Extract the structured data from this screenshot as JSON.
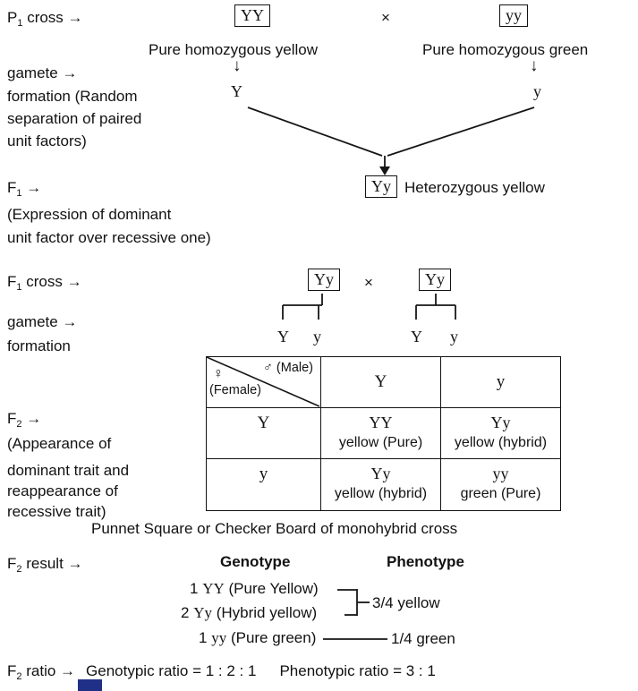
{
  "artifact_color": "#203087",
  "p1": {
    "label": {
      "base": "P",
      "sub": "1",
      "rest": " cross →"
    },
    "parent1": "YY",
    "cross": "×",
    "parent2": "yy",
    "desc1": "Pure homozygous yellow",
    "desc2": "Pure homozygous green"
  },
  "gamete1": {
    "lines": [
      "gamete →",
      "formation (Random",
      "separation of paired",
      "unit factors)"
    ],
    "arrow": "↓",
    "g1": "Y",
    "g2": "y"
  },
  "f1": {
    "label": {
      "base": "F",
      "sub": "1",
      "rest": " →"
    },
    "genotype": "Yy",
    "desc": "Heterozygous yellow",
    "note1": "(Expression of dominant",
    "note2": "unit factor over recessive one)"
  },
  "f1cross": {
    "label": {
      "base": "F",
      "sub": "1",
      "rest": " cross →"
    },
    "parent1": "Yy",
    "cross": "×",
    "parent2": "Yy",
    "gamete_lines": [
      "gamete →",
      "formation"
    ],
    "g1": "Y",
    "g2": "y",
    "g3": "Y",
    "g4": "y"
  },
  "punnett": {
    "male_symbol": "♂",
    "male_label": "(Male)",
    "female_symbol": "♀",
    "female_label": "(Female)",
    "col1": "Y",
    "col2": "y",
    "row1": "Y",
    "row2": "y",
    "cells": [
      {
        "genotype": "YY",
        "phenotype": "yellow (Pure)"
      },
      {
        "genotype": "Yy",
        "phenotype": "yellow (hybrid)"
      },
      {
        "genotype": "Yy",
        "phenotype": "yellow (hybrid)"
      },
      {
        "genotype": "yy",
        "phenotype": "green (Pure)"
      }
    ],
    "caption": "Punnet Square or Checker Board of monohybrid cross"
  },
  "f2": {
    "label": {
      "base": "F",
      "sub": "2",
      "rest": " →"
    },
    "notes": [
      "(Appearance of",
      "dominant trait and",
      "reappearance of",
      "recessive trait)"
    ]
  },
  "f2result": {
    "label": {
      "base": "F",
      "sub": "2",
      "rest": " result →"
    },
    "genotype_header": "Genotype",
    "phenotype_header": "Phenotype",
    "rows": [
      {
        "count": "1",
        "genotype": "YY",
        "desc": "(Pure Yellow)"
      },
      {
        "count": "2",
        "genotype": "Yy",
        "desc": "(Hybrid yellow)"
      },
      {
        "count": "1",
        "genotype": "yy",
        "desc": "(Pure green)"
      }
    ],
    "pheno1": "3/4 yellow",
    "pheno2": "1/4 green"
  },
  "f2ratio": {
    "label": {
      "base": "F",
      "sub": "2",
      "rest": " ratio →"
    },
    "genotypic": "Genotypic  ratio = 1 : 2  : 1",
    "phenotypic": "Phenotypic ratio = 3 : 1"
  }
}
